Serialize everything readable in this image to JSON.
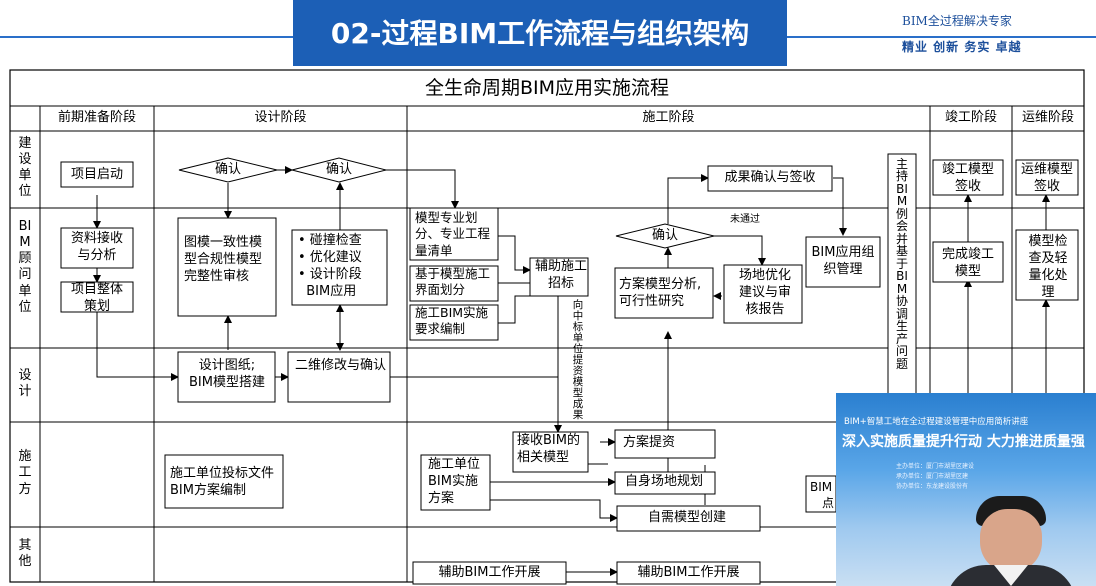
{
  "header": {
    "title": "02-过程BIM工作流程与组织架构",
    "slogan_line1": "BIM全过程解决专家",
    "slogan_line2": "精业 创新 务实 卓越",
    "banner_color": "#1c5fb6"
  },
  "chart": {
    "title": "全生命周期BIM应用实施流程",
    "phases": [
      "前期准备阶段",
      "设计阶段",
      "施工阶段",
      "竣工阶段",
      "运维阶段"
    ],
    "roles": [
      "建设单位",
      "BIM顾问单位",
      "设计",
      "施工方",
      "其他"
    ]
  },
  "boxes": {
    "project_start": "项目启动",
    "data_receive": "资料接收与分析",
    "overall_plan": "项目整体策划",
    "design_review": "图模一致性模型合规性模型完整性审核",
    "clash_check": "• 碰撞检查\n• 优化建议\n• 设计阶段\n  BIM应用",
    "design_drawings": "设计图纸;\nBIM模型搭建",
    "two_d_modify": "二维修改与确认",
    "contractor_bid": "施工单位投标文件BIM方案编制",
    "quantity_list": "模型专业划分、专业工程量清单",
    "interface_split": "基于模型施工界面划分",
    "impl_guide": "施工BIM实施要求编制",
    "assist_bid": "辅助施工招标",
    "bid_note": "向中标单位提资模型成果",
    "receive_model": "接收BIM的相关模型",
    "contractor_plan": "施工单位BIM实施方案",
    "scheme_analysis": "方案模型分析,可行性研究",
    "scheme_submit": "方案提资",
    "site_plan": "自身场地规划",
    "self_model": "自需模型创建",
    "site_optimize": "场地优化建议与审核报告",
    "result_confirm": "成果确认与签收",
    "not_passed": "未通过",
    "bim_org": "BIM应用组织管理",
    "host_meeting": "主持BIM例会并基于BIM协调生产问题",
    "completion_model": "完成竣工模型",
    "completion_sign": "竣工模型签收",
    "ops_sign": "运维模型签收",
    "ops_check": "模型检查及轻量化处理",
    "assist_bim_1": "辅助BIM工作开展",
    "assist_bim_2": "辅助BIM工作开展",
    "bim_partial": "BIM",
    "bim_partial2": "点"
  },
  "diamonds": {
    "confirm_1": "确认",
    "confirm_2": "确认",
    "confirm_3": "确认"
  },
  "video": {
    "line1": "BIM+智慧工地在全过程建设管理中应用简析讲座",
    "line2": "深入实施质量提升行动 大力推进质量强",
    "small1": "主办单位：厦门市湖里区建设",
    "small2": "承办单位：厦门市湖里区建",
    "small3": "协办单位：东龙建设股份有"
  }
}
